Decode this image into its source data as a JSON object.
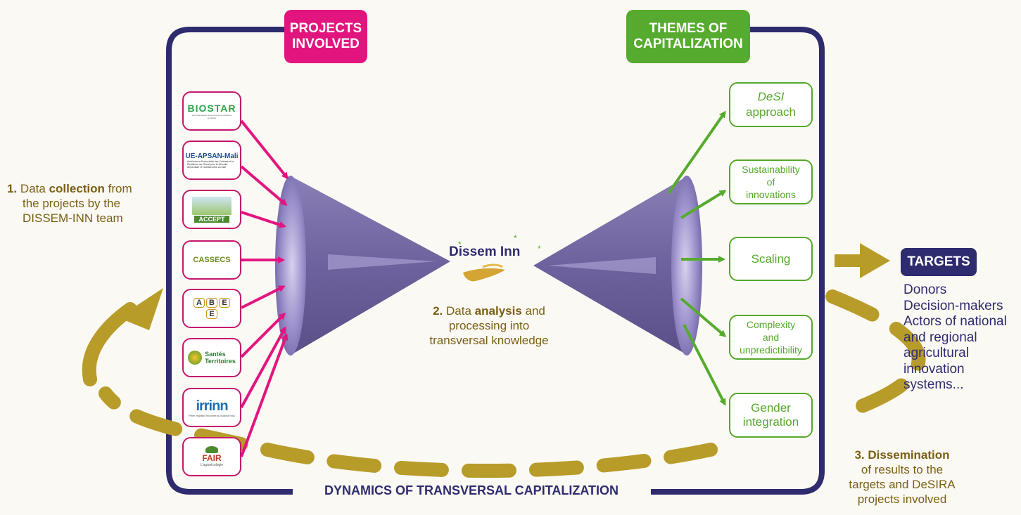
{
  "header": {
    "projects_tag": [
      "PROJECTS",
      "INVOLVED"
    ],
    "themes_tag": [
      "THEMES OF",
      "CAPITALIZATION"
    ]
  },
  "projects": [
    {
      "name": "BIOSTAR",
      "sub": "Les bioénergies au service de la résilience au Sahel"
    },
    {
      "name": "UE-APSAN-Mali",
      "sub": "Améliorer la Productivité des Cultures et la Résilience au Climat pour la Sécurité Alimentaire et Nutritionnelle au Mali"
    },
    {
      "name": "ACCEPT",
      "sub": ""
    },
    {
      "name": "CASSECS",
      "sub": ""
    },
    {
      "name": "ABE",
      "letters": [
        "A",
        "B",
        "E",
        "E"
      ]
    },
    {
      "name_line1": "Santés",
      "name_line2": "Territoires"
    },
    {
      "name": "irrinn",
      "sub": "Petite irrigation innovante au Burkina Faso"
    },
    {
      "name": "FAIR",
      "sub": "L'agroécologie"
    }
  ],
  "center_logo": {
    "text": "Dissem Inn"
  },
  "themes": [
    {
      "line1": "DeSI",
      "line2": "approach"
    },
    {
      "lines": [
        "Sustainability",
        "of",
        "innovations"
      ]
    },
    {
      "line1": "Scaling"
    },
    {
      "lines": [
        "Complexity",
        "and",
        "unpredictibility"
      ]
    },
    {
      "line1": "Gender",
      "line2": "integration"
    }
  ],
  "steps": {
    "step1": {
      "num": "1.",
      "pre": "Data",
      "bold": "collection",
      "post": "from",
      "line2": "the projects by the",
      "line3": "DISSEM-INN team"
    },
    "step2": {
      "num": "2.",
      "pre": "Data",
      "bold": "analysis",
      "post": "and",
      "line2": "processing into",
      "line3": "transversal knowledge"
    },
    "step3": {
      "title": "3. Dissemination",
      "line2": "of results to the",
      "line3": "targets and DeSIRA",
      "line4": "projects involved"
    }
  },
  "targets": {
    "label": "TARGETS",
    "items": [
      "Donors",
      "Decision-makers",
      "Actors of national",
      "and regional",
      "agricultural",
      "innovation",
      "systems..."
    ]
  },
  "footer": {
    "title": "DYNAMICS OF TRANSVERSAL CAPITALIZATION"
  },
  "colors": {
    "frame": "#2e2b6f",
    "pink": "#e2157f",
    "green": "#56ab2f",
    "gold": "#b89c2a",
    "cone": "#6b5f98",
    "text_brown": "#7a6015"
  }
}
